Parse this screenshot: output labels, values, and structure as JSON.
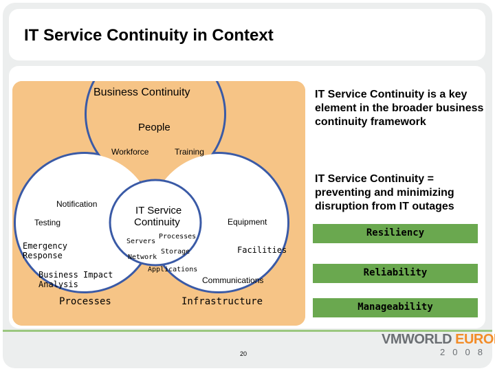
{
  "slide": {
    "title": "IT Service Continuity in Context",
    "page_number": "20"
  },
  "diagram": {
    "business_continuity": "Business Continuity",
    "people": {
      "label": "People",
      "workforce": "Workforce",
      "training": "Training"
    },
    "processes": {
      "label": "Processes",
      "notification": "Notification",
      "testing": "Testing",
      "emergency_response_line1": "Emergency",
      "emergency_response_line2": "Response",
      "bia_line1": "Business Impact",
      "bia_line2": "Analysis"
    },
    "infrastructure": {
      "label": "Infrastructure",
      "equipment": "Equipment",
      "facilities": "Facilities",
      "communications": "Communications"
    },
    "center": {
      "title_line1": "IT Service",
      "title_line2": "Continuity",
      "servers": "Servers",
      "processes": "Processes",
      "storage": "Storage",
      "network": "Network",
      "applications": "Applications"
    }
  },
  "side_panel": {
    "statement1": "IT Service Continuity is a key element in the broader business continuity framework",
    "statement2": "IT Service Continuity = preventing and minimizing disruption from IT outages",
    "bars": [
      "Resiliency",
      "Reliability",
      "Manageability"
    ]
  },
  "branding": {
    "vmworld": "VMWORLD",
    "europe": "EUROPE",
    "year": "2008"
  },
  "colors": {
    "orange_background": "#f6c486",
    "circle_blue": "#3a5aa6",
    "green_bar": "#6aa84f",
    "frame_gray": "#eceeee"
  }
}
